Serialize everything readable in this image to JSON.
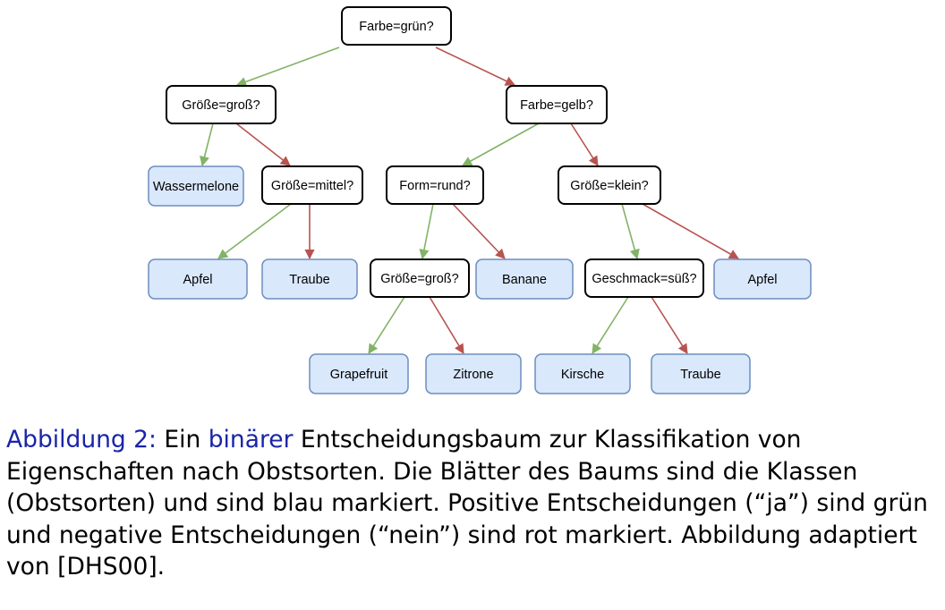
{
  "diagram": {
    "colors": {
      "yes_edge": "#82b366",
      "no_edge": "#b85450",
      "leaf_fill": "#dae8fc",
      "leaf_stroke": "#6c8ebf",
      "decision_stroke": "#000000"
    },
    "nodes": [
      {
        "id": "n1",
        "label": "Farbe=grün?",
        "kind": "decision"
      },
      {
        "id": "n2",
        "label": "Größe=groß?",
        "kind": "decision"
      },
      {
        "id": "n3",
        "label": "Farbe=gelb?",
        "kind": "decision"
      },
      {
        "id": "n4",
        "label": "Wassermelone",
        "kind": "leaf"
      },
      {
        "id": "n5",
        "label": "Größe=mittel?",
        "kind": "decision"
      },
      {
        "id": "n6",
        "label": "Form=rund?",
        "kind": "decision"
      },
      {
        "id": "n7",
        "label": "Größe=klein?",
        "kind": "decision"
      },
      {
        "id": "n8",
        "label": "Apfel",
        "kind": "leaf"
      },
      {
        "id": "n9",
        "label": "Traube",
        "kind": "leaf"
      },
      {
        "id": "n10",
        "label": "Größe=groß?",
        "kind": "decision"
      },
      {
        "id": "n11",
        "label": "Banane",
        "kind": "leaf"
      },
      {
        "id": "n12",
        "label": "Geschmack=süß?",
        "kind": "decision"
      },
      {
        "id": "n13",
        "label": "Apfel",
        "kind": "leaf"
      },
      {
        "id": "n14",
        "label": "Grapefruit",
        "kind": "leaf"
      },
      {
        "id": "n15",
        "label": "Zitrone",
        "kind": "leaf"
      },
      {
        "id": "n16",
        "label": "Kirsche",
        "kind": "leaf"
      },
      {
        "id": "n17",
        "label": "Traube",
        "kind": "leaf"
      }
    ],
    "edges": [
      {
        "from": "n1",
        "to": "n2",
        "type": "yes"
      },
      {
        "from": "n1",
        "to": "n3",
        "type": "no"
      },
      {
        "from": "n2",
        "to": "n4",
        "type": "yes"
      },
      {
        "from": "n2",
        "to": "n5",
        "type": "no"
      },
      {
        "from": "n3",
        "to": "n6",
        "type": "yes"
      },
      {
        "from": "n3",
        "to": "n7",
        "type": "no"
      },
      {
        "from": "n5",
        "to": "n8",
        "type": "yes"
      },
      {
        "from": "n5",
        "to": "n9",
        "type": "no"
      },
      {
        "from": "n6",
        "to": "n10",
        "type": "yes"
      },
      {
        "from": "n6",
        "to": "n11",
        "type": "no"
      },
      {
        "from": "n7",
        "to": "n12",
        "type": "yes"
      },
      {
        "from": "n7",
        "to": "n13",
        "type": "no"
      },
      {
        "from": "n10",
        "to": "n14",
        "type": "yes"
      },
      {
        "from": "n10",
        "to": "n15",
        "type": "no"
      },
      {
        "from": "n12",
        "to": "n16",
        "type": "yes"
      },
      {
        "from": "n12",
        "to": "n17",
        "type": "no"
      }
    ]
  },
  "caption": {
    "label": "Abbildung 2:",
    "text_1": "Ein",
    "accent_word": "binärer",
    "text_2": "Entscheidungsbaum zur Klassifikation von Eigenschaften nach Obstsorten. Die Blätter des Baums sind die Klassen (Obstsorten) und sind blau markiert. Positive Entscheidungen (“ja”) sind grün und negative Entscheidungen (“nein”) sind rot markiert. Abbildung adaptiert von [DHS00]."
  }
}
